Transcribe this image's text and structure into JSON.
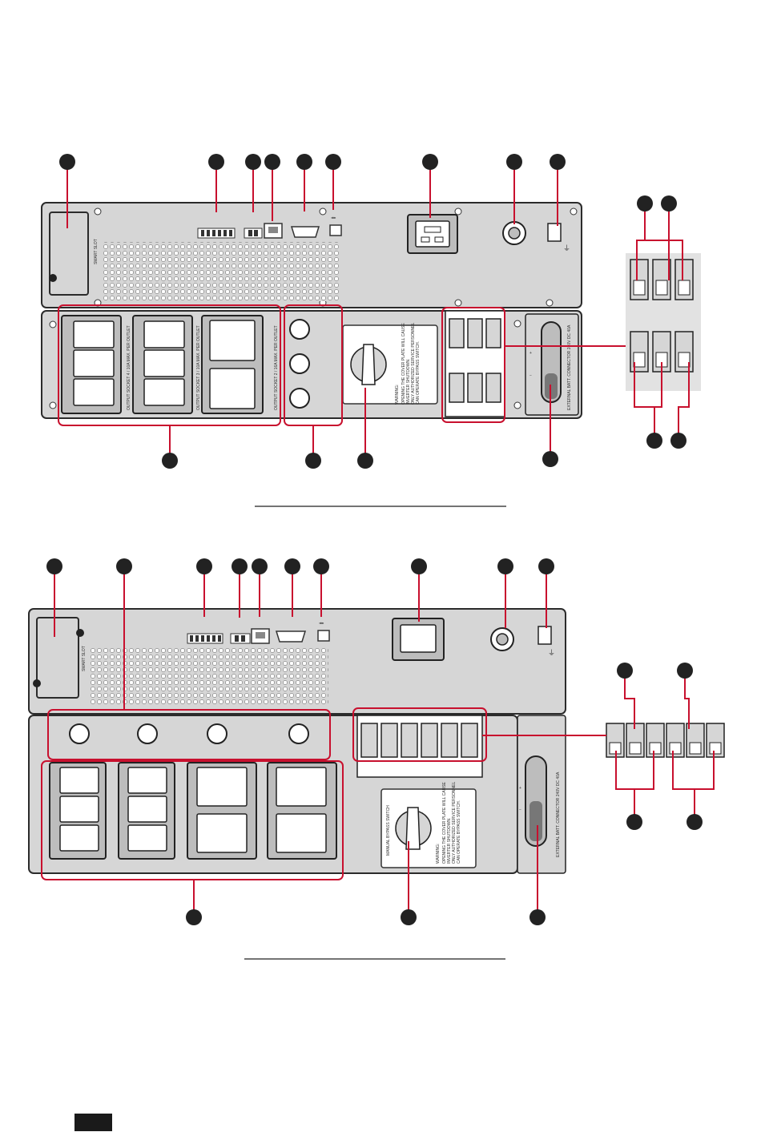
{
  "colors": {
    "callout_red": "#c8102e",
    "callout_dot": "#222222",
    "panel_fill": "#d6d6d6",
    "panel_stroke": "#2b2b2b",
    "socket_fill": "#bdbdbd",
    "socket_dark": "#1e1e1e",
    "page_tab": "#1a1a1a"
  },
  "unit_top": {
    "smart_slot_label": "SMART SLOT",
    "outlet_group_1_label": "OUTPUT SOCKET 4 / 10A MAX. PER OUTLET",
    "outlet_group_2_label": "OUTPUT SOCKET 3 / 10A MAX. PER OUTLET",
    "outlet_group_3_label": "OUTPUT SOCKET 2 / 16A MAX. PER OUTLET",
    "warning_title": "WARNING:",
    "warning_lines": [
      "OPENING THE COVER PLATE WILL CAUSE",
      "INVERTER SHUTDOWN.",
      "ONLY AUTHORIZED SERVICE PERSONNEL",
      "CAN OPERATE BYPASS SWITCH."
    ],
    "battery_label": "EXTERNAL BATT. CONNECTOR 240V DC 40A",
    "plus": "+",
    "minus": "−"
  },
  "unit_bottom": {
    "smart_slot_label": "SMART SLOT",
    "bypass_label": "MANUAL BYPASS SWITCH",
    "warning_title": "WARNING:",
    "warning_lines": [
      "OPENING THE COVER PLATE WILL CAUSE",
      "INVERTER SHUTDOWN.",
      "ONLY AUTHORIZED SERVICE PERSONNEL",
      "CAN OPERATE BYPASS SWITCH."
    ],
    "battery_label": "EXTERNAL BATT. CONNECTOR 240V DC 40A",
    "plus": "+",
    "minus": "−"
  }
}
